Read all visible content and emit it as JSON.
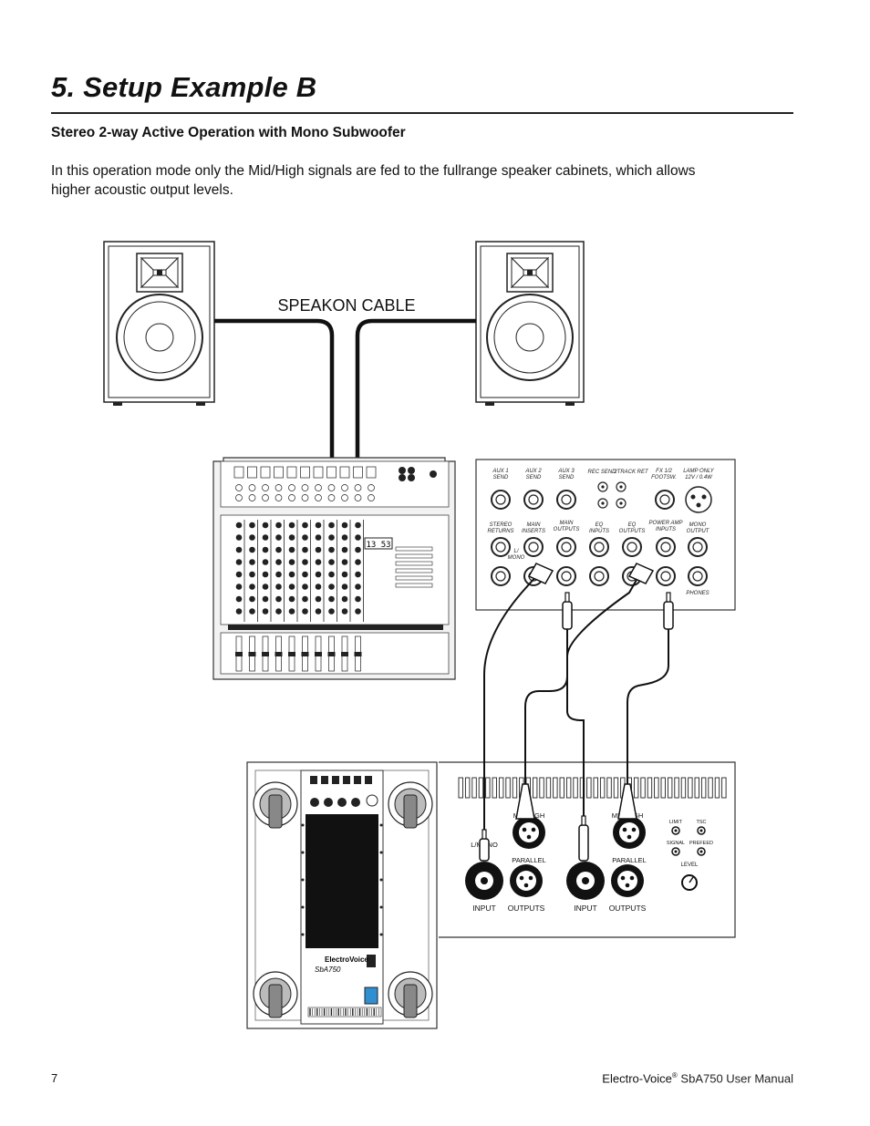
{
  "page": {
    "title": "5. Setup Example B",
    "subtitle": "Stereo 2-way Active Operation with Mono Subwoofer",
    "body_line1": "In this operation mode only the Mid/High signals are fed to the fullrange speaker cabinets, which allows",
    "body_line2": "higher acoustic output levels."
  },
  "diagram": {
    "cable_label": "SPEAKON CABLE",
    "mixer_panel": {
      "aux1": "AUX 1\nSEND",
      "aux2": "AUX 2\nSEND",
      "aux3": "AUX 3\nSEND",
      "rec_send": "REC SEND",
      "track_ret": "2TRACK RET",
      "fx": "FX 1/2\nFOOTSW.",
      "lamp": "LAMP ONLY\n12V / 0.4W",
      "stereo_returns": "STEREO\nRETURNS",
      "main_inserts": "MAIN\nINSERTS",
      "main_outputs": "MAIN\nOUTPUTS",
      "eq_inputs": "EQ\nINPUTS",
      "eq_outputs": "EQ\nOUTPUTS",
      "power_amp_inputs": "POWER AMP\nINPUTS",
      "mono_output": "MONO\nOUTPUT",
      "phones": "PHONES",
      "l_mono": "L/\nMONO",
      "display_value": "13 53"
    },
    "sub_panel": {
      "mid_high_1": "MID HIGH",
      "mid_high_2": "MID HIGH",
      "l_mono": "L/MONO",
      "parallel_1": "PARALLEL",
      "parallel_2": "PARALLEL",
      "input_1": "INPUT",
      "outputs_1": "OUTPUTS",
      "input_2": "INPUT",
      "outputs_2": "OUTPUTS",
      "limit": "LIMIT",
      "tsc": "TSC",
      "signal": "SIGNAL",
      "prefeed": "PREFEED",
      "level": "LEVEL",
      "brand": "ElectroVoice",
      "model": "SbA750"
    }
  },
  "footer": {
    "page_number": "7",
    "brand": "Electro-Voice",
    "registered": "®",
    "manual": "SbA750 User Manual"
  }
}
